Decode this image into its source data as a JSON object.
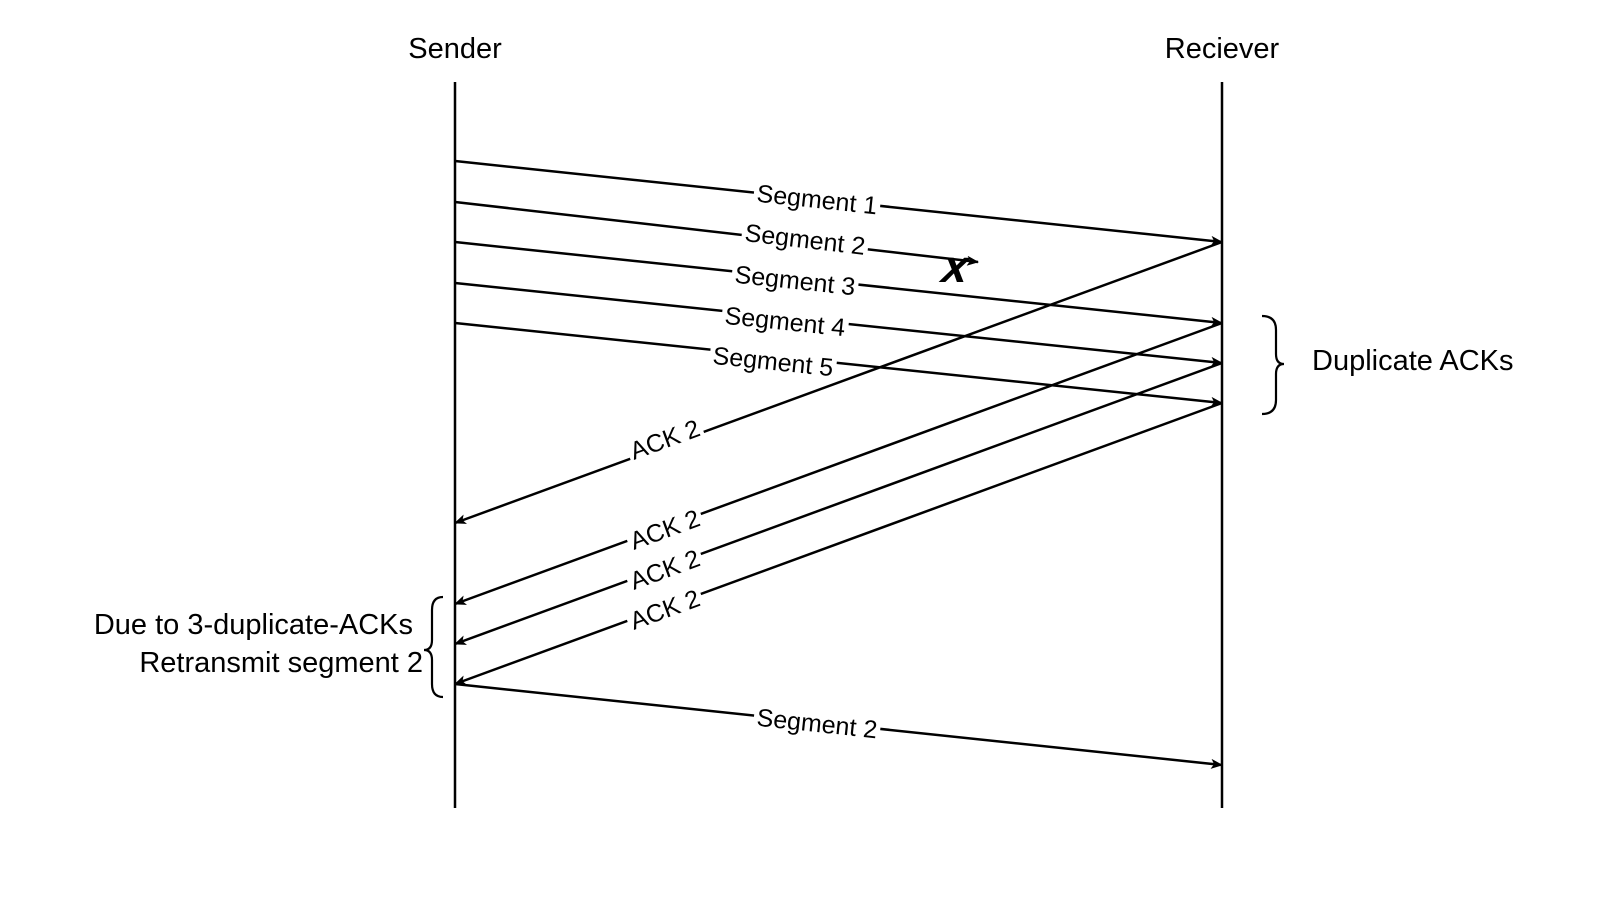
{
  "participants": {
    "sender": "Sender",
    "receiver": "Reciever"
  },
  "messages": [
    {
      "label": "Segment 1"
    },
    {
      "label": "Segment 2"
    },
    {
      "label": "Segment 3"
    },
    {
      "label": "Segment 4"
    },
    {
      "label": "Segment 5"
    },
    {
      "label": "ACK 2"
    },
    {
      "label": "ACK 2"
    },
    {
      "label": "ACK 2"
    },
    {
      "label": "ACK 2"
    },
    {
      "label": "Segment 2"
    }
  ],
  "loss_marker": {
    "text": "x",
    "color": "#e8303a",
    "icon": "lost-packet-x-icon"
  },
  "annotations": {
    "duplicate_acks": "Duplicate ACKs",
    "retransmit_line1": "Due to 3-duplicate-ACKs",
    "retransmit_line2": "Retransmit segment 2"
  }
}
